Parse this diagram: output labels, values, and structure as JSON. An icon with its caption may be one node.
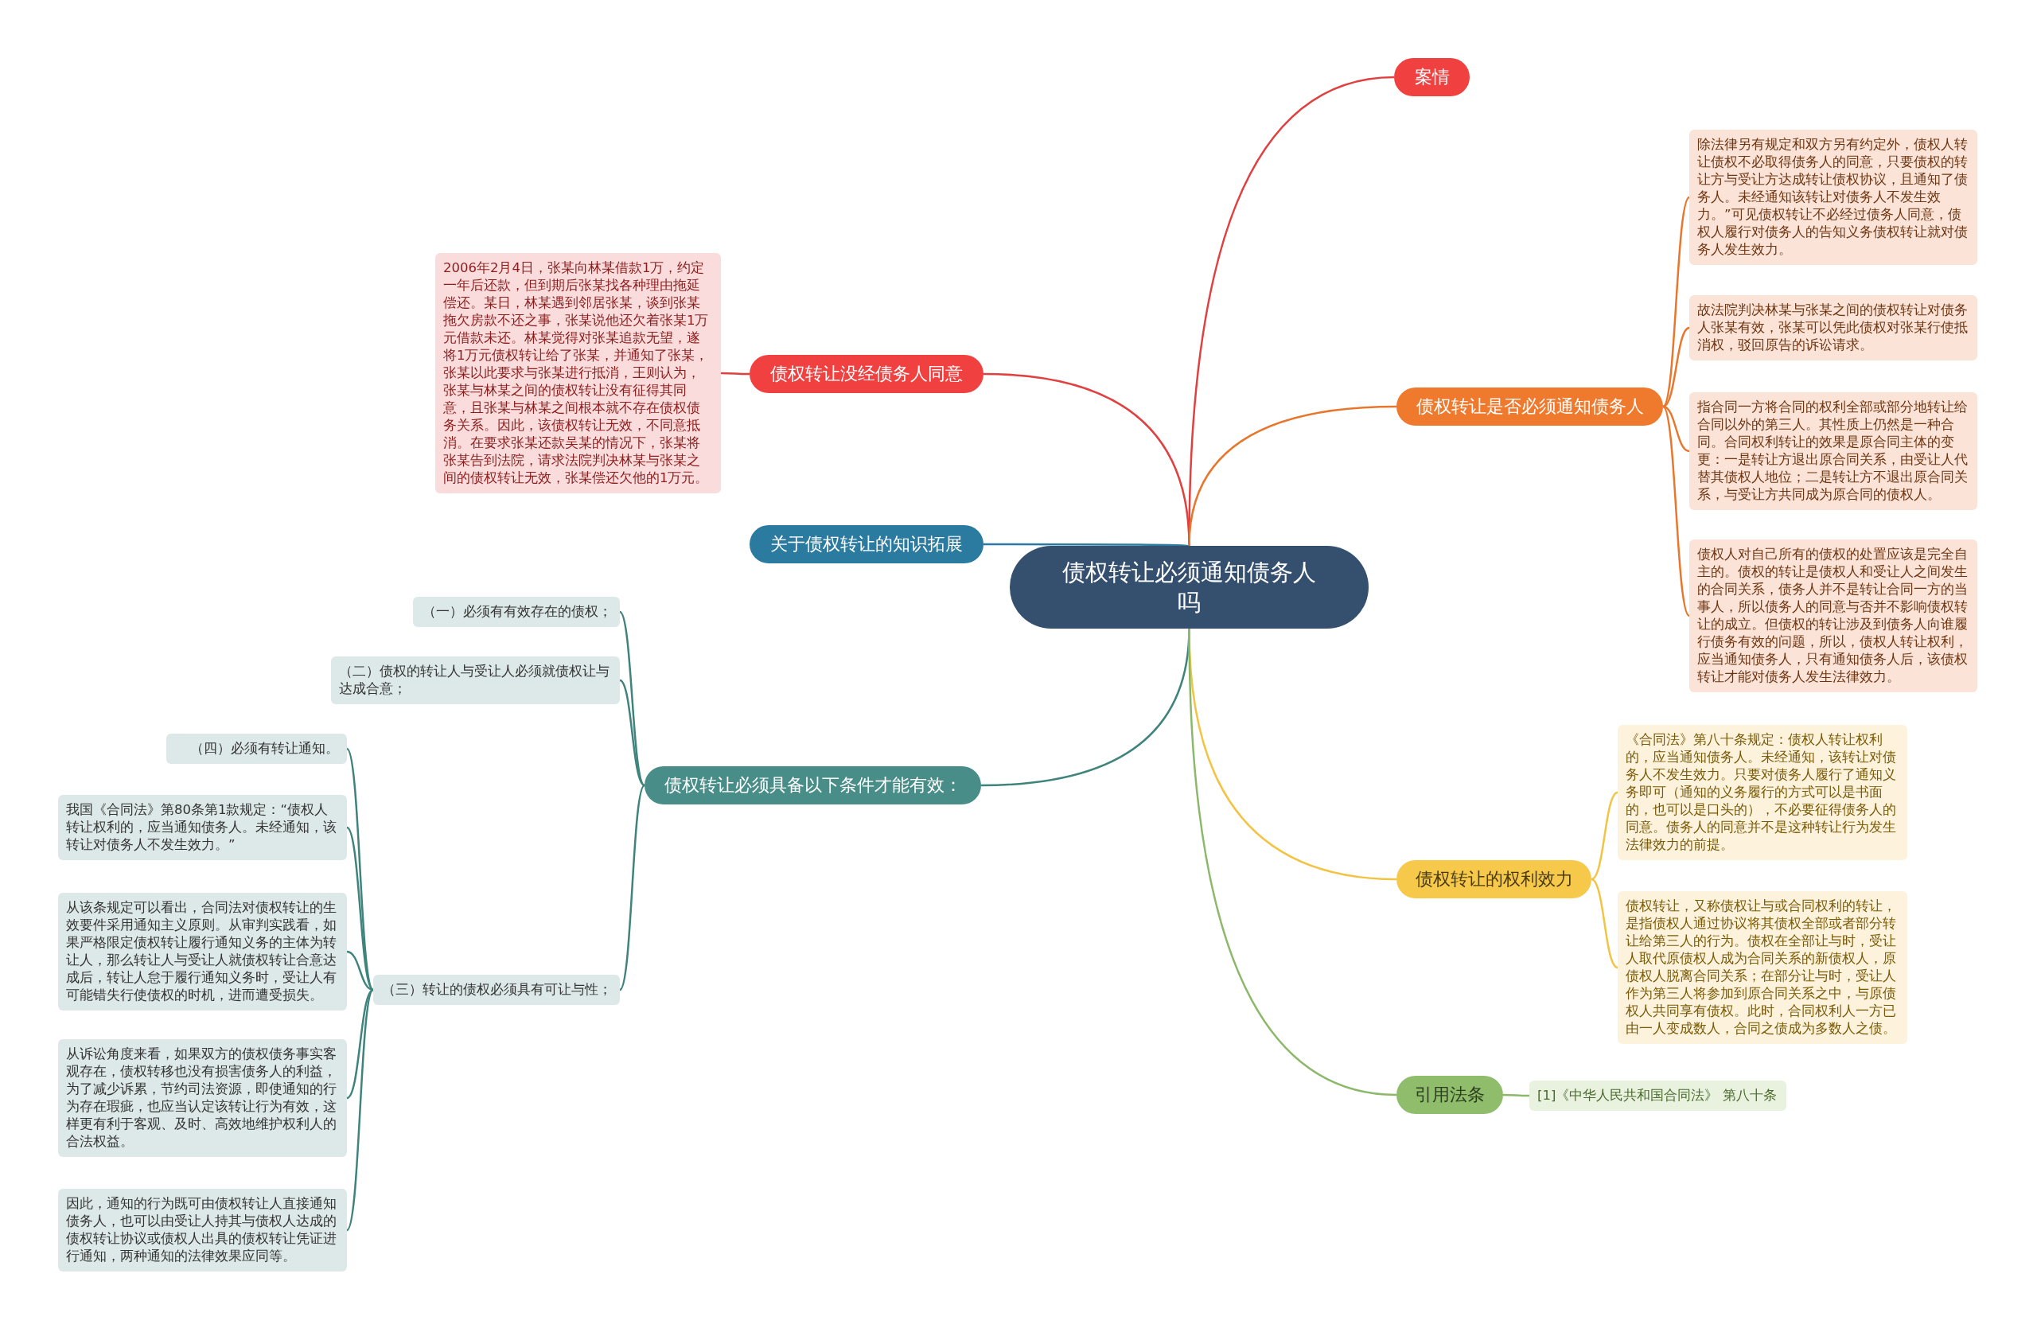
{
  "diagram": {
    "nodes": [
      {
        "text": [
          "债权转让必须通知债务人吗"
        ]
      },
      {
        "text": [
          "案情"
        ]
      },
      {
        "text": [
          "债权转让没经债务人同意"
        ]
      },
      {
        "text": [
          "2006年2月4日，张某向林某借款1万，约定一年后还款，但到期后张某找各种理由拖延偿还。某日，林某遇到邻居张某，谈到张某拖欠房款不还之事，张某说他还欠着张某1万元借款未还。林某觉得对张某追款无望，遂将1万元债权转让给了张某，并通知了张某，张某以此要求与张某进行抵消，王则认为，张某与林某之间的债权转让没有征得其同意，且张某与林某之间根本就不存在债权债务关系。因此，该债权转让无效，不同意抵消。在要求张某还款吴某的情况下，张某将张某告到法院，请求法院判决林某与张某之间的债权转让无效，张某偿还欠他的1万元。"
        ]
      },
      {
        "text": [
          "关于债权转让的知识拓展"
        ]
      },
      {
        "text": [
          "债权转让必须具备以下条件才能有效："
        ]
      },
      {
        "text": [
          "（一）必须有有效存在的债权；"
        ]
      },
      {
        "text": [
          "（二）债权的转让人与受让人必须就债权让与达成合意；"
        ]
      },
      {
        "text": [
          "（三）转让的债权必须具有可让与性；"
        ]
      },
      {
        "text": [
          "（四）必须有转让通知。"
        ]
      },
      {
        "text": [
          "我国《合同法》第80条第1款规定：“债权人转让权利的，应当通知债务人。未经通知，该转让对债务人不发生效力。”"
        ]
      },
      {
        "text": [
          "从该条规定可以看出，合同法对债权转让的生效要件采用通知主义原则。从审判实践看，如果严格限定债权转让履行通知义务的主体为转让人，那么转让人与受让人就债权转让合意达成后，转让人怠于履行通知义务时，受让人有可能错失行使债权的时机，进而遭受损失。"
        ]
      },
      {
        "text": [
          "从诉讼角度来看，如果双方的债权债务事实客观存在，债权转移也没有损害债务人的利益，为了减少诉累，节约司法资源，即使通知的行为存在瑕疵，也应当认定该转让行为有效，这样更有利于客观、及时、高效地维护权利人的合法权益。"
        ]
      },
      {
        "text": [
          "因此，通知的行为既可由债权转让人直接通知债务人，也可以由受让人持其与债权人达成的债权转让协议或债权人出具的债权转让凭证进行通知，两种通知的法律效果应同等。"
        ]
      },
      {
        "text": [
          "债权转让是否必须通知债务人"
        ]
      },
      {
        "text": [
          "除法律另有规定和双方另有约定外，债权人转让债权不必取得债务人的同意，只要债权的转让方与受让方达成转让债权协议，且通知了债务人。未经通知该转让对债务人不发生效力。”可见债权转让不必经过债务人同意，债权人履行对债务人的告知义务债权转让就对债务人发生效力。"
        ]
      },
      {
        "text": [
          "故法院判决林某与张某之间的债权转让对债务人张某有效，张某可以凭此债权对张某行使抵消权，驳回原告的诉讼请求。"
        ]
      },
      {
        "text": [
          "指合同一方将合同的权利全部或部分地转让给合同以外的第三人。其性质上仍然是一种合同。合同权利转让的效果是原合同主体的变更：一是转让方退出原合同关系，由受让人代替其债权人地位；二是转让方不退出原合同关系，与受让方共同成为原合同的债权人。"
        ]
      },
      {
        "text": [
          "债权人对自己所有的债权的处置应该是完全自主的。债权的转让是债权人和受让人之间发生的合同关系，债务人并不是转让合同一方的当事人，所以债务人的同意与否并不影响债权转让的成立。但债权的转让涉及到债务人向谁履行债务有效的问题，所以，债权人转让权利，应当通知债务人，只有通知债务人后，该债权转让才能对债务人发生法律效力。"
        ]
      },
      {
        "text": [
          "债权转让的权利效力"
        ]
      },
      {
        "text": [
          "《合同法》第八十条规定：债权人转让权利的，应当通知债务人。未经通知，该转让对债务人不发生效力。只要对债务人履行了通知义务即可（通知的义务履行的方式可以是书面的，也可以是口头的），不必要征得债务人的同意。债务人的同意并不是这种转让行为发生法律效力的前提。"
        ]
      },
      {
        "text": [
          "债权转让，又称债权让与或合同权利的转让，是指债权人通过协议将其债权全部或者部分转让给第三人的行为。债权在全部让与时，受让人取代原债权人成为合同关系的新债权人，原债权人脱离合同关系；在部分让与时，受让人作为第三人将参加到原合同关系之中，与原债权人共同享有债权。此时，合同权利人一方已由一人变成数人，合同之债成为多数人之债。"
        ]
      },
      {
        "text": [
          "引用法条"
        ]
      },
      {
        "text": [
          "[1]《中华人民共和国合同法》 第八十条"
        ]
      }
    ],
    "edges": [
      {
        "from": 0,
        "to": 1,
        "arrow": "none",
        "color": "#e0403f"
      },
      {
        "from": 0,
        "to": 2,
        "arrow": "none",
        "color": "#e0403f"
      },
      {
        "from": 2,
        "to": 3,
        "arrow": "none",
        "color": "#e0403f"
      },
      {
        "from": 0,
        "to": 4,
        "arrow": "none",
        "color": "#2b7aa0"
      },
      {
        "from": 0,
        "to": 5,
        "arrow": "none"
      },
      {
        "from": 5,
        "to": 6,
        "arrow": "none"
      },
      {
        "from": 5,
        "to": 7,
        "arrow": "none"
      },
      {
        "from": 5,
        "to": 8,
        "arrow": "none"
      },
      {
        "from": 8,
        "to": 9,
        "arrow": "none"
      },
      {
        "from": 8,
        "to": 10,
        "arrow": "none"
      },
      {
        "from": 8,
        "to": 11,
        "arrow": "none"
      },
      {
        "from": 8,
        "to": 12,
        "arrow": "none"
      },
      {
        "from": 8,
        "to": 13,
        "arrow": "none"
      },
      {
        "from": 0,
        "to": 14,
        "arrow": "none",
        "color": "#e8762c"
      },
      {
        "from": 14,
        "to": 15,
        "arrow": "none",
        "color": "#e8762c"
      },
      {
        "from": 14,
        "to": 16,
        "arrow": "none",
        "color": "#e8762c"
      },
      {
        "from": 14,
        "to": 17,
        "arrow": "none",
        "color": "#e8762c"
      },
      {
        "from": 14,
        "to": 18,
        "arrow": "none",
        "color": "#e8762c"
      },
      {
        "from": 0,
        "to": 19,
        "arrow": "none",
        "color": "#f2c445"
      },
      {
        "from": 19,
        "to": 20,
        "arrow": "none",
        "color": "#f2c445"
      },
      {
        "from": 19,
        "to": 21,
        "arrow": "none",
        "color": "#f2c445"
      },
      {
        "from": 0,
        "to": 22,
        "arrow": "none",
        "color": "#8cb86a"
      },
      {
        "from": 22,
        "to": 23,
        "arrow": "none",
        "color": "#8cb86a"
      }
    ]
  }
}
